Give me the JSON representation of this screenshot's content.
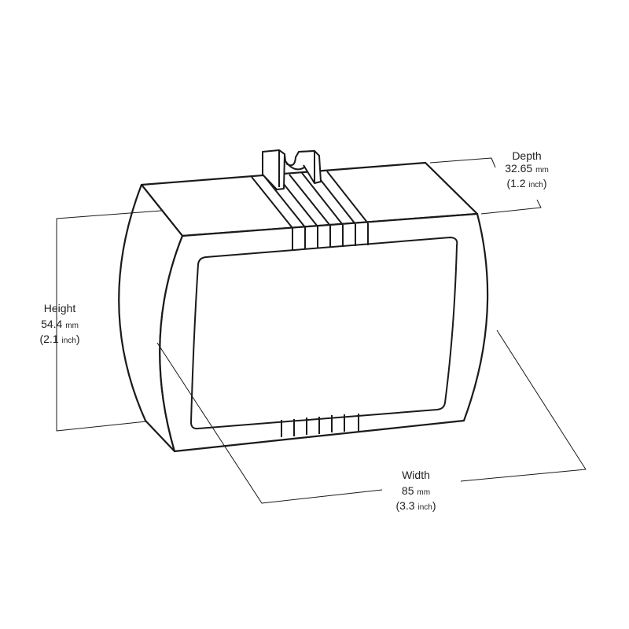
{
  "depth": {
    "label": "Depth",
    "value": "32.65",
    "unit": "mm",
    "alt_open": "(1.2",
    "alt_unit": "inch",
    "alt_close": ")"
  },
  "height": {
    "label": "Height",
    "value": "54.4",
    "unit": "mm",
    "alt_open": "(2.1",
    "alt_unit": "inch",
    "alt_close": ")"
  },
  "width": {
    "label": "Width",
    "value": "85",
    "unit": "mm",
    "alt_open": "(3.3",
    "alt_unit": "inch",
    "alt_close": ")"
  }
}
